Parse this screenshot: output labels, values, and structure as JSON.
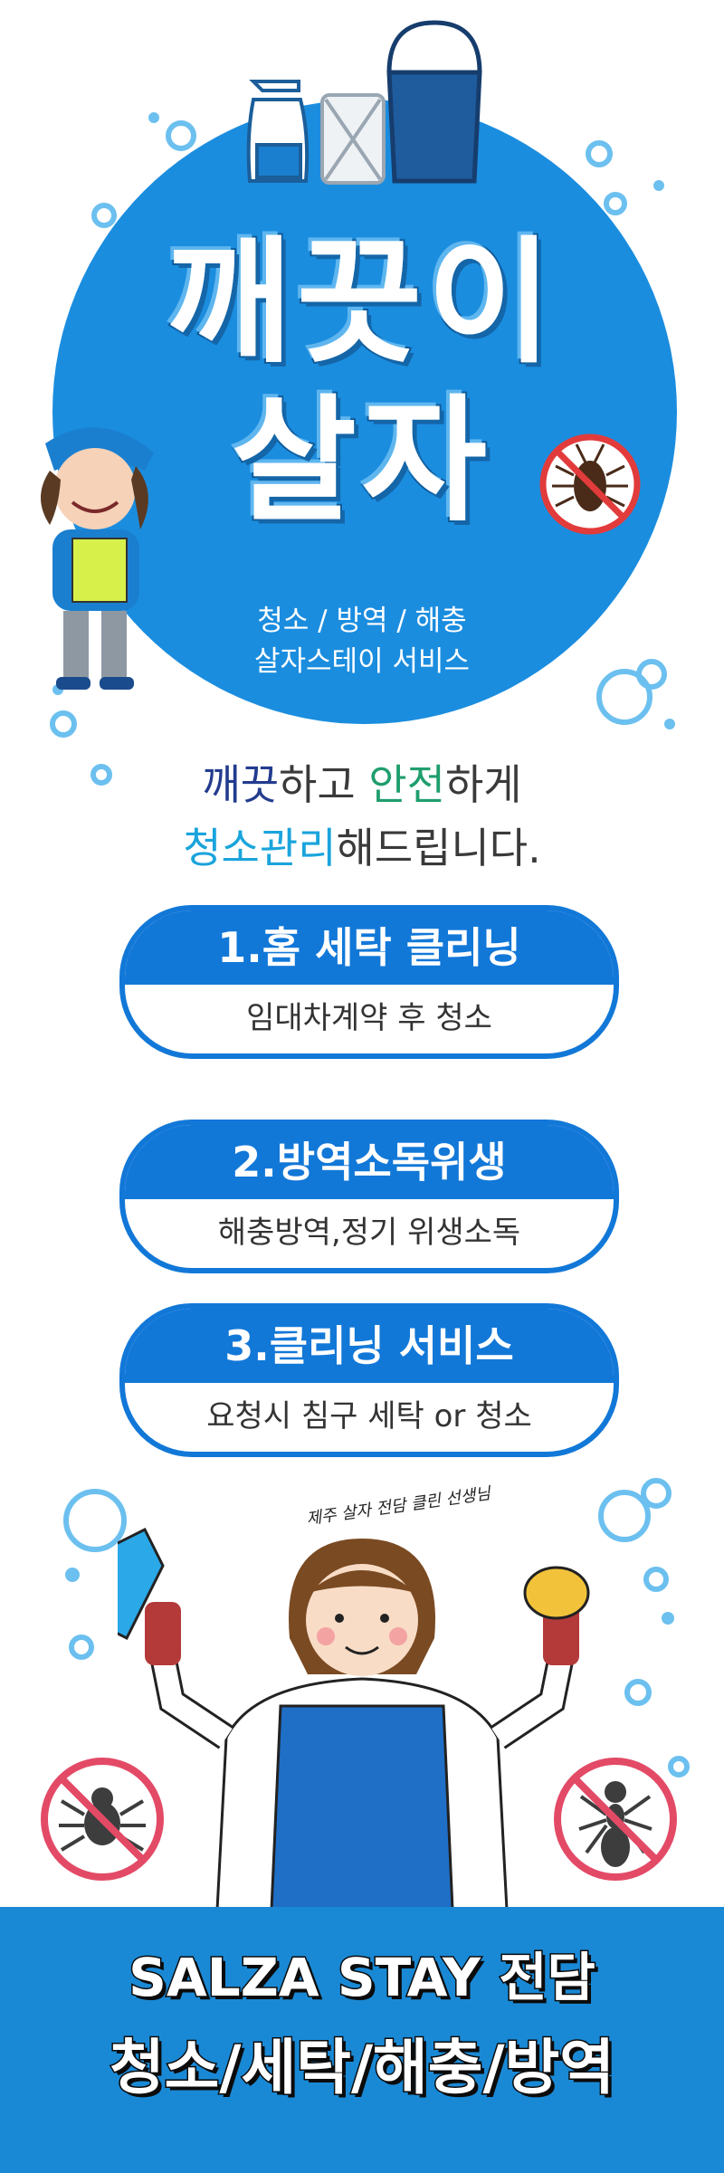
{
  "hero": {
    "title_line1": "깨끗이",
    "title_line2": "살자",
    "subtitle_line1": "청소 / 방역 / 해충",
    "subtitle_line2": "살자스테이 서비스"
  },
  "tagline": {
    "line1_part1": "깨끗",
    "line1_part2": "하고 ",
    "line1_part3": "안전",
    "line1_part4": "하게",
    "line2_part1": "청소관리",
    "line2_part2": "해드립니다."
  },
  "services": [
    {
      "title": "1.홈 세탁 클리닝",
      "description": "임대차계약 후 청소"
    },
    {
      "title": "2.방역소독위생",
      "description": "해충방역,정기 위생소독"
    },
    {
      "title": "3.클리닝 서비스",
      "description": "요청시 침구 세탁 or 청소"
    }
  ],
  "handwriting": "제주 살자 전담 클린 선생님",
  "footer": {
    "line1": "SALZA STAY 전담",
    "line2": "청소/세탁/해충/방역"
  },
  "colors": {
    "primary_blue": "#1b8ddf",
    "service_blue": "#1278d8",
    "footer_blue": "#1a89d5",
    "navy": "#233c8f",
    "green": "#1f9e6d",
    "cyan": "#1aa4dc"
  },
  "icons": [
    "spray-bottle-icon",
    "box-icon",
    "bucket-icon",
    "no-cockroach-icon",
    "no-spider-icon",
    "no-ant-icon",
    "bubble-icon"
  ]
}
